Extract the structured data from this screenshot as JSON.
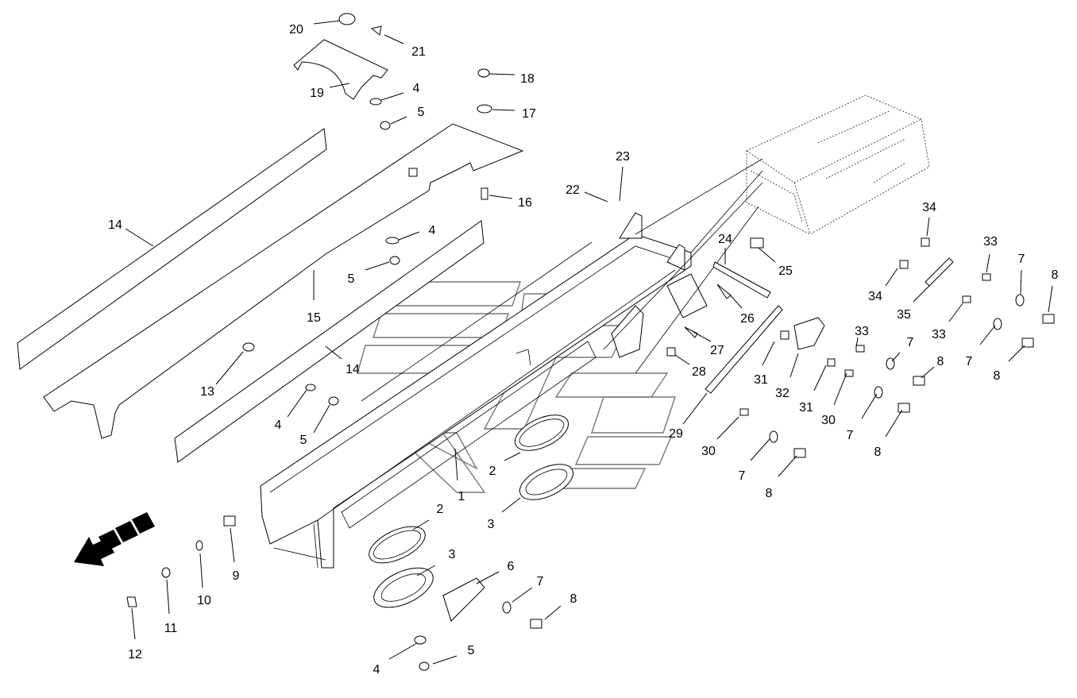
{
  "diagram": {
    "callouts": [
      "20",
      "21",
      "19",
      "4",
      "5",
      "18",
      "17",
      "16",
      "14",
      "15",
      "4",
      "5",
      "13",
      "14",
      "4",
      "5",
      "22",
      "23",
      "24",
      "25",
      "26",
      "27",
      "28",
      "29",
      "31",
      "32",
      "31",
      "30",
      "30",
      "33",
      "33",
      "33",
      "34",
      "34",
      "35",
      "7",
      "8",
      "7",
      "8",
      "7",
      "8",
      "7",
      "8",
      "7",
      "8",
      "1",
      "2",
      "3",
      "2",
      "3",
      "6",
      "7",
      "8",
      "9",
      "10",
      "11",
      "12",
      "4",
      "5"
    ]
  },
  "icons": {
    "direction": "direction-arrow-icon"
  }
}
